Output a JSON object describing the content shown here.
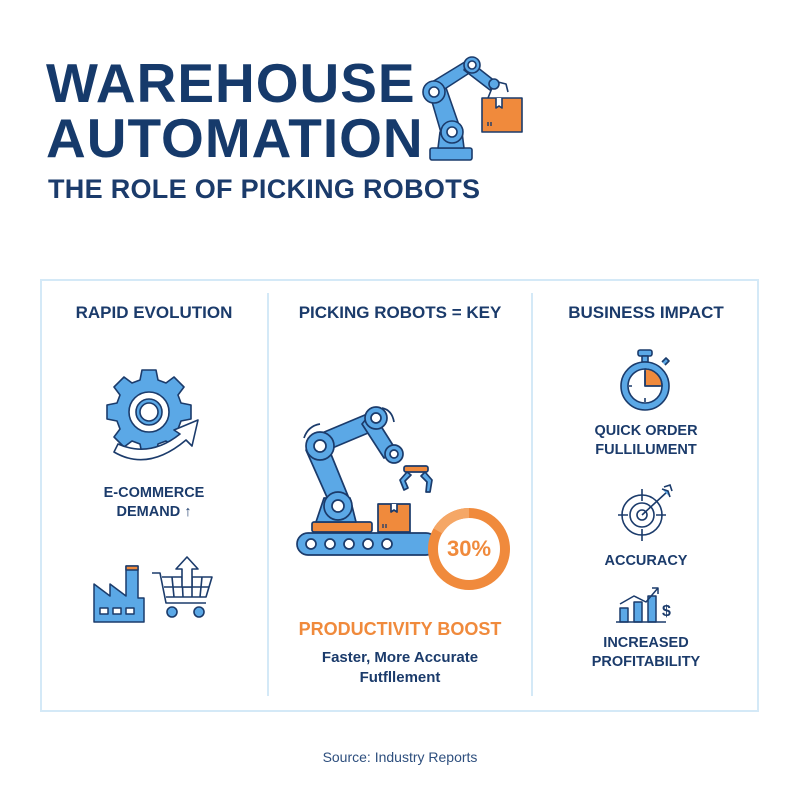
{
  "header": {
    "title_line1": "WAREHOUSE",
    "title_line2": "AUTOMATION",
    "subtitle": "THE ROLE OF PICKING ROBOTS",
    "icon": "robotic-arm-with-box-icon"
  },
  "columns": [
    {
      "heading": "RAPID EVOLUTION",
      "items": [
        {
          "icon": "gear-with-arrow-icon",
          "label": ""
        },
        {
          "icon": "factory-icon",
          "label": "E-COMMERCE"
        },
        {
          "icon": "shopping-cart-up-icon",
          "label": "DEMAND ↑"
        }
      ],
      "label_line1": "E-COMMERCE",
      "label_line2": "DEMAND ↑"
    },
    {
      "heading": "PICKING ROBOTS = KEY",
      "icon": "robot-arm-conveyor-icon",
      "stat_value": "30%",
      "stat_percent": 30,
      "highlight": "PRODUCTIVITY BOOST",
      "description_line1": "Faster, More Accurate",
      "description_line2": "Futfllement"
    },
    {
      "heading": "BUSINESS IMPACT",
      "items": [
        {
          "icon": "stopwatch-icon",
          "label_line1": "QUICK ORDER",
          "label_line2": "FULLILUMENT"
        },
        {
          "icon": "target-icon",
          "label_line1": "ACCURACY"
        },
        {
          "icon": "profit-chart-icon",
          "label_line1": "INCREASED",
          "label_line2": "PROFITABILITY"
        }
      ]
    }
  ],
  "footer": {
    "source": "Source: Industry Reports"
  },
  "colors": {
    "navy": "#163A6B",
    "outline": "#1B3B6B",
    "blue_fill": "#5BA8E6",
    "orange": "#F08A3C",
    "panel_border": "#D4E9F7",
    "background": "#FFFFFF"
  }
}
